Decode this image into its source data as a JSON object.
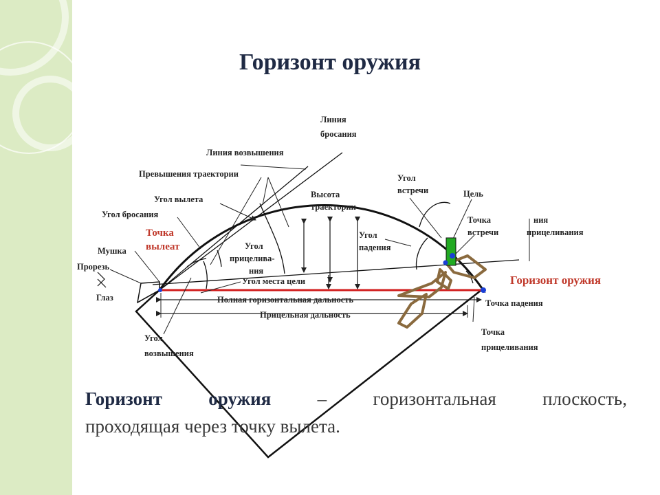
{
  "title": "Горизонт оружия",
  "definition": {
    "term": "Горизонт оружия",
    "line1_rest": " – горизонтальная плоскость,",
    "line2": "проходящая через точку вылета."
  },
  "labels": {
    "liniya_brosaniya_1": "Линия",
    "liniya_brosaniya_2": "бросания",
    "liniya_vozvysheniya": "Линия возвышения",
    "prevysheniya": "Превышения траектории",
    "vysota_1": "Высота",
    "vysota_2": "траектории",
    "ugol_vstrechi_1": "Угол",
    "ugol_vstrechi_2": "встречи",
    "tsel": "Цель",
    "ugol_vyleta": "Угол вылета",
    "ugol_brosaniya": "Угол бросания",
    "tochka_vyleta_1": "Точка",
    "tochka_vyleta_2": "вылеат",
    "ugol_padeniya_1": "Угол",
    "ugol_padeniya_2": "падения",
    "tochka_vstrechi_1": "Точка",
    "tochka_vstrechi_2": "встречи",
    "liniya_pritselivaniya_1": "ния",
    "liniya_pritselivaniya_2": "прицеливания",
    "mushka": "Мушка",
    "ugol_pritselivaniya_1": "Угол",
    "ugol_pritselivaniya_2": "прицелива-",
    "ugol_pritselivaniya_3": "ния",
    "prorez": "Прорезь",
    "ugol_mesta_tseli": "Угол места цели",
    "gorizont_oruzhiya": "Горизонт оружия",
    "glaz": "Глаз",
    "polnaya_dalnost": "Полная горизонтальная дальность",
    "tochka_padeniya": "Точка падения",
    "pritselnaya_dalnost": "Прицельная дальность",
    "tochka_pritselivaniya_1": "Точка",
    "tochka_pritselivaniya_2": "прицеливания",
    "ugol_vozvysheniya_1": "Угол",
    "ugol_vozvysheniya_2": "возвышения"
  },
  "colors": {
    "title": "#1f2a44",
    "horizon_line": "#d21f1f",
    "horizon_label": "#c0392b",
    "tochka_vyleta_label": "#c0392b",
    "target": "#22aa22",
    "point": "#1a3fd6",
    "hands": "#8a6a3e",
    "side_panel": "#dcebc4"
  }
}
